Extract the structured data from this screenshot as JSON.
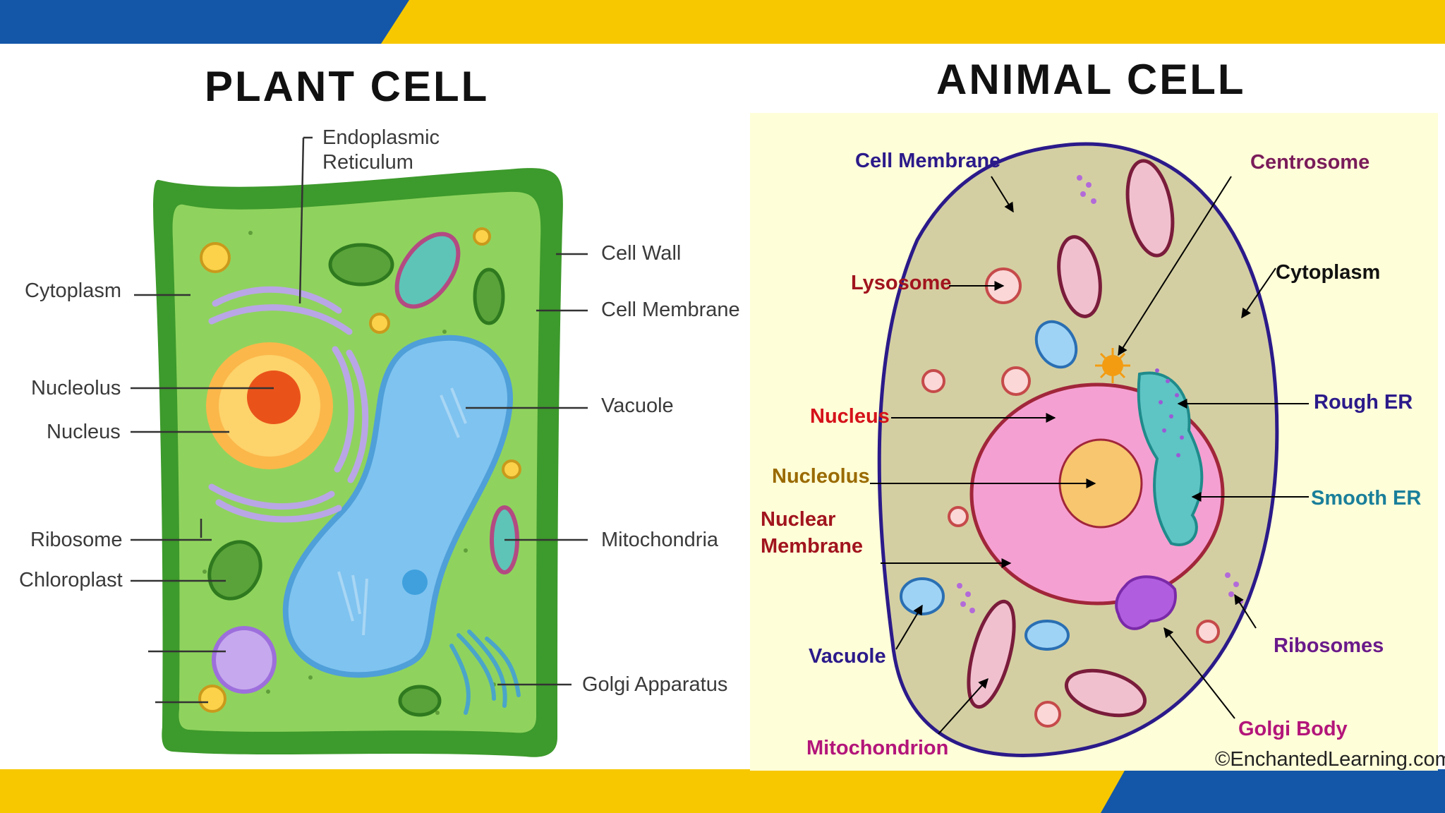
{
  "colors": {
    "banner_blue": "#1457a8",
    "banner_yellow": "#f7c800",
    "plant_wall": "#3d9a2c",
    "plant_cytoplasm": "#8fd35e",
    "vacuole": "#7fc3f0",
    "animal_background": "#fefed8",
    "animal_cytoplasm": "#d4cfa2",
    "animal_membrane": "#2b1a8a",
    "nucleus_pink": "#f5a0d2"
  },
  "plant": {
    "title": "PLANT CELL",
    "labels": {
      "er": "Endoplasmic\nReticulum",
      "cytoplasm": "Cytoplasm",
      "nucleolus": "Nucleolus",
      "nucleus": "Nucleus",
      "ribosome": "Ribosome",
      "chloroplast": "Chloroplast",
      "cell_wall": "Cell Wall",
      "cell_membrane": "Cell Membrane",
      "vacuole": "Vacuole",
      "mitochondria": "Mitochondria",
      "golgi": "Golgi Apparatus"
    }
  },
  "animal": {
    "title": "ANIMAL CELL",
    "labels": {
      "cell_membrane": "Cell Membrane",
      "centrosome": "Centrosome",
      "lysosome": "Lysosome",
      "cytoplasm": "Cytoplasm",
      "nucleus": "Nucleus",
      "rough_er": "Rough ER",
      "nucleolus": "Nucleolus",
      "smooth_er": "Smooth ER",
      "nuclear_membrane": "Nuclear\nMembrane",
      "vacuole": "Vacuole",
      "ribosomes": "Ribosomes",
      "golgi": "Golgi Body",
      "mitochondrion": "Mitochondrion"
    },
    "credit": "©EnchantedLearning.com"
  }
}
